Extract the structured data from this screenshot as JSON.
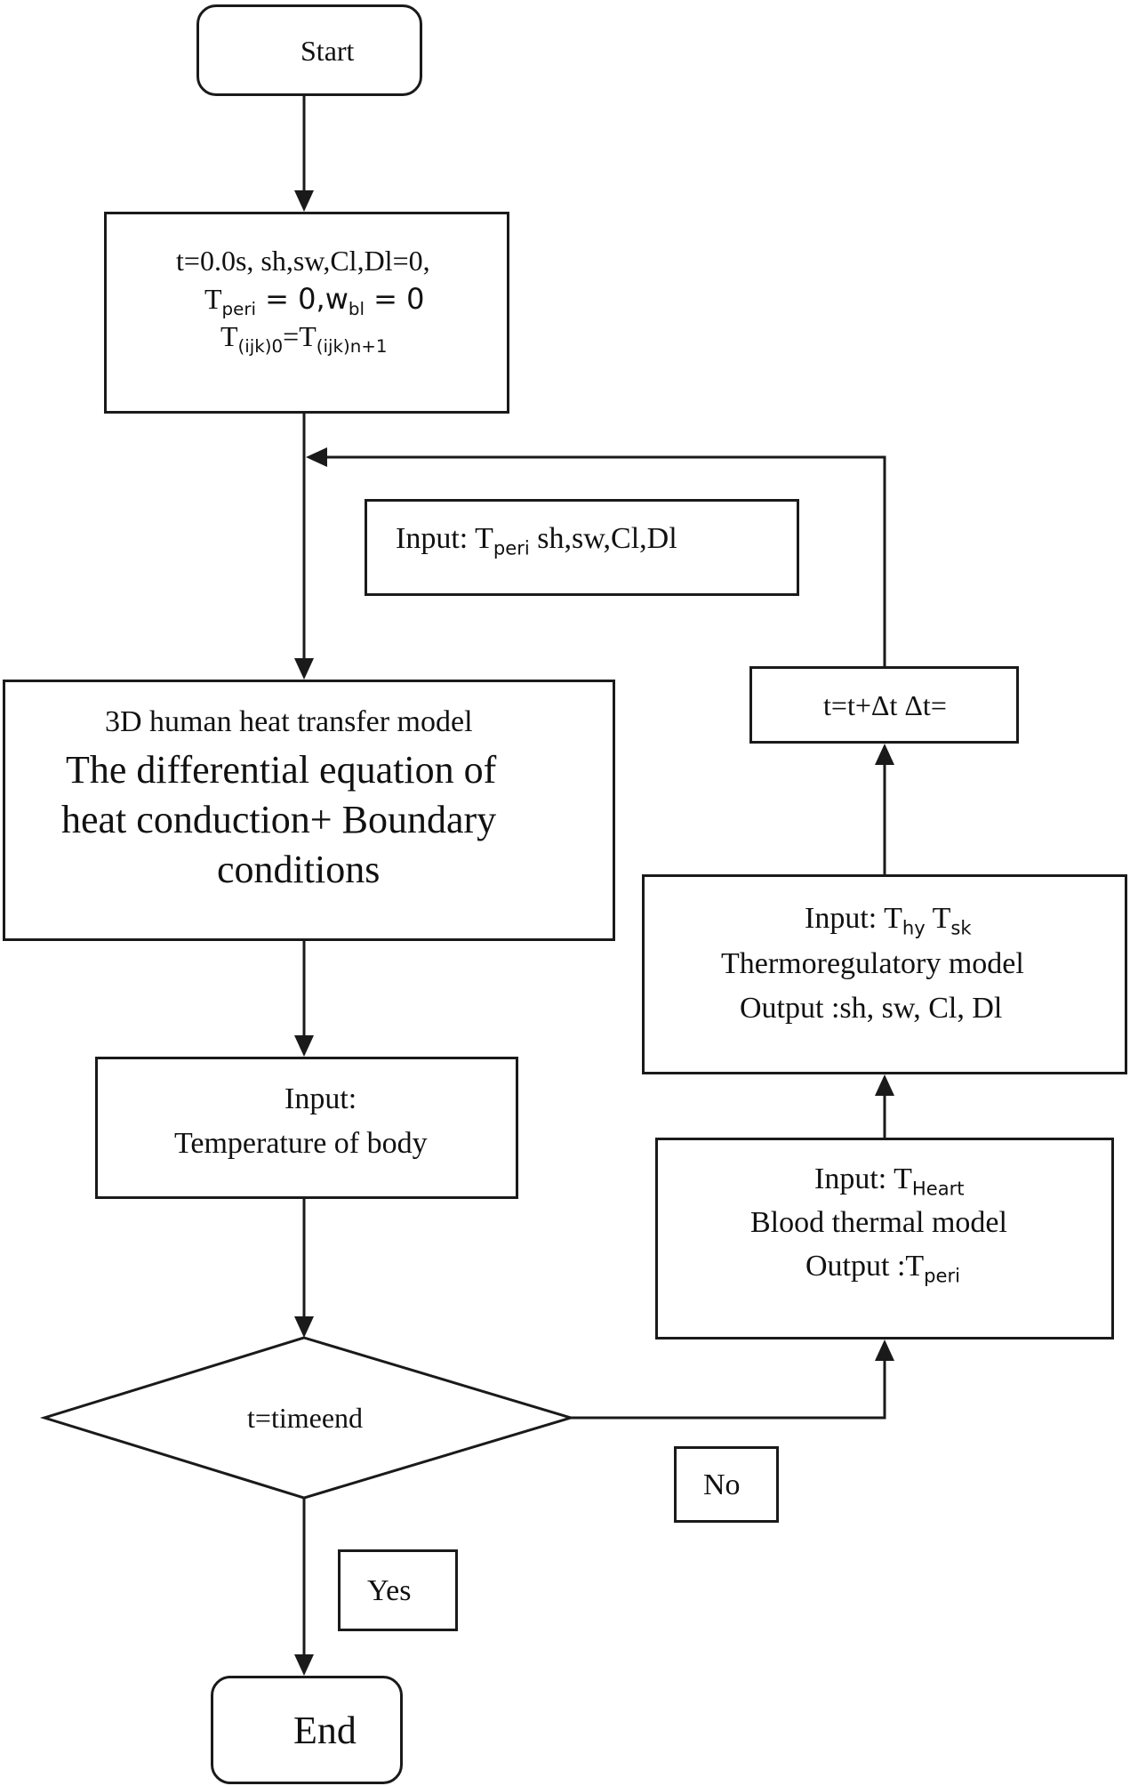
{
  "flowchart": {
    "start": {
      "label": "Start"
    },
    "init": {
      "line1": "t=0.0s, sh,sw,Cl,Dl=0,",
      "line2": {
        "t": "T",
        "t_sub": "peri",
        "mid": " = 0,w",
        "w_sub": "bl",
        "end": " = 0"
      },
      "line3": {
        "t1": "T",
        "sub1": "(ijk)0",
        "eq": "=T",
        "sub2": "(ijk)n+1"
      }
    },
    "input_loop": {
      "prefix": "Input: T",
      "sub": "peri",
      "suffix": " sh,sw,Cl,Dl"
    },
    "model": {
      "line1": "3D human heat transfer model",
      "line2": "The differential equation of",
      "line3": "heat conduction+ Boundary",
      "line4": "conditions"
    },
    "body_input": {
      "line1": "Input:",
      "line2": "Temperature of body"
    },
    "decision": {
      "label": "t=timeend"
    },
    "no_label": "No",
    "yes_label": "Yes",
    "end": {
      "label": "End"
    },
    "time_step": {
      "label": "t=t+Δt Δt="
    },
    "thermo": {
      "l1a": "Input: T",
      "l1sub1": "hy",
      "l1b": " T",
      "l1sub2": "sk",
      "line2": "Thermoregulatory model",
      "line3": "Output :sh, sw, Cl, Dl"
    },
    "blood": {
      "l1": "Input: T",
      "l1sub": "Heart",
      "line2": "Blood thermal model",
      "l3": "Output :T",
      "l3sub": "peri"
    }
  },
  "colors": {
    "stroke": "#1a1a1a",
    "text": "#111111",
    "background": "#ffffff"
  }
}
